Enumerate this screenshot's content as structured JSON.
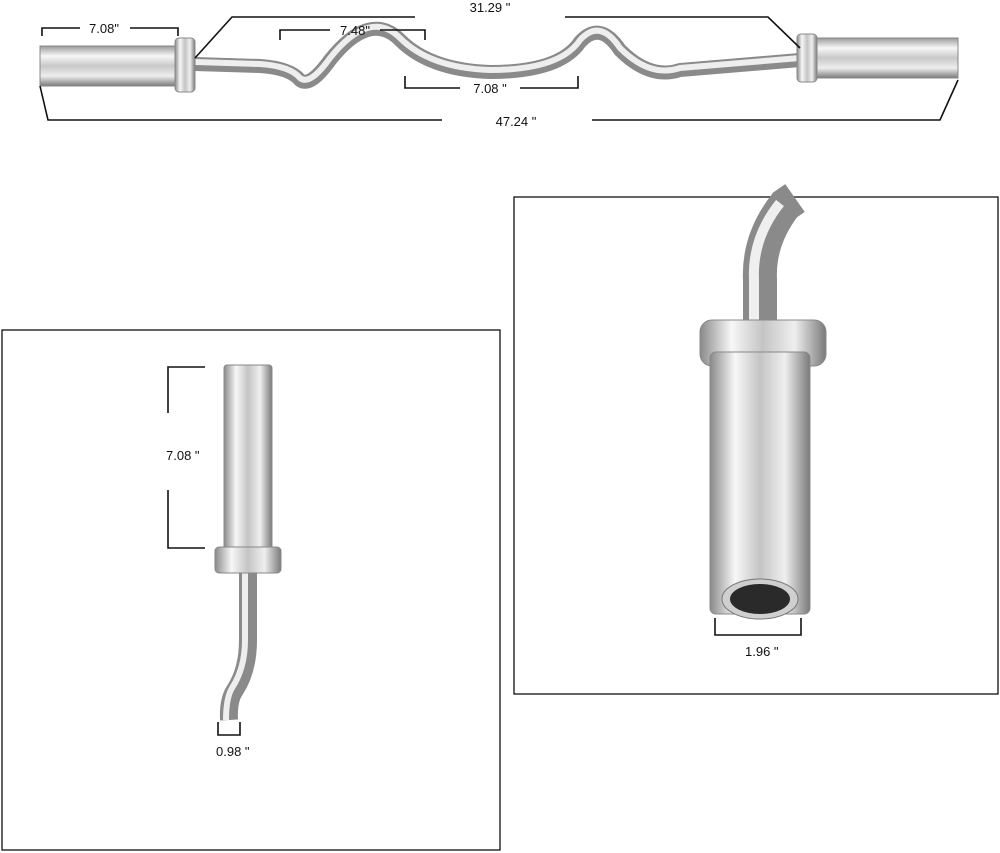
{
  "title": "Curl bar dimensions",
  "dimensions": {
    "sleeve_length": "7.08\"",
    "grip_span": "31.29 \"",
    "bend_width": "7.48\"",
    "center_grip": "7.08 \"",
    "total_length": "47.24 \"",
    "side_sleeve_length": "7.08  \"",
    "bar_diameter": "0.98 \"",
    "sleeve_diameter": "1.96  \""
  },
  "colors": {
    "chrome_light": "#f4f4f4",
    "chrome_dark": "#8a8a8a",
    "line": "#111111"
  }
}
